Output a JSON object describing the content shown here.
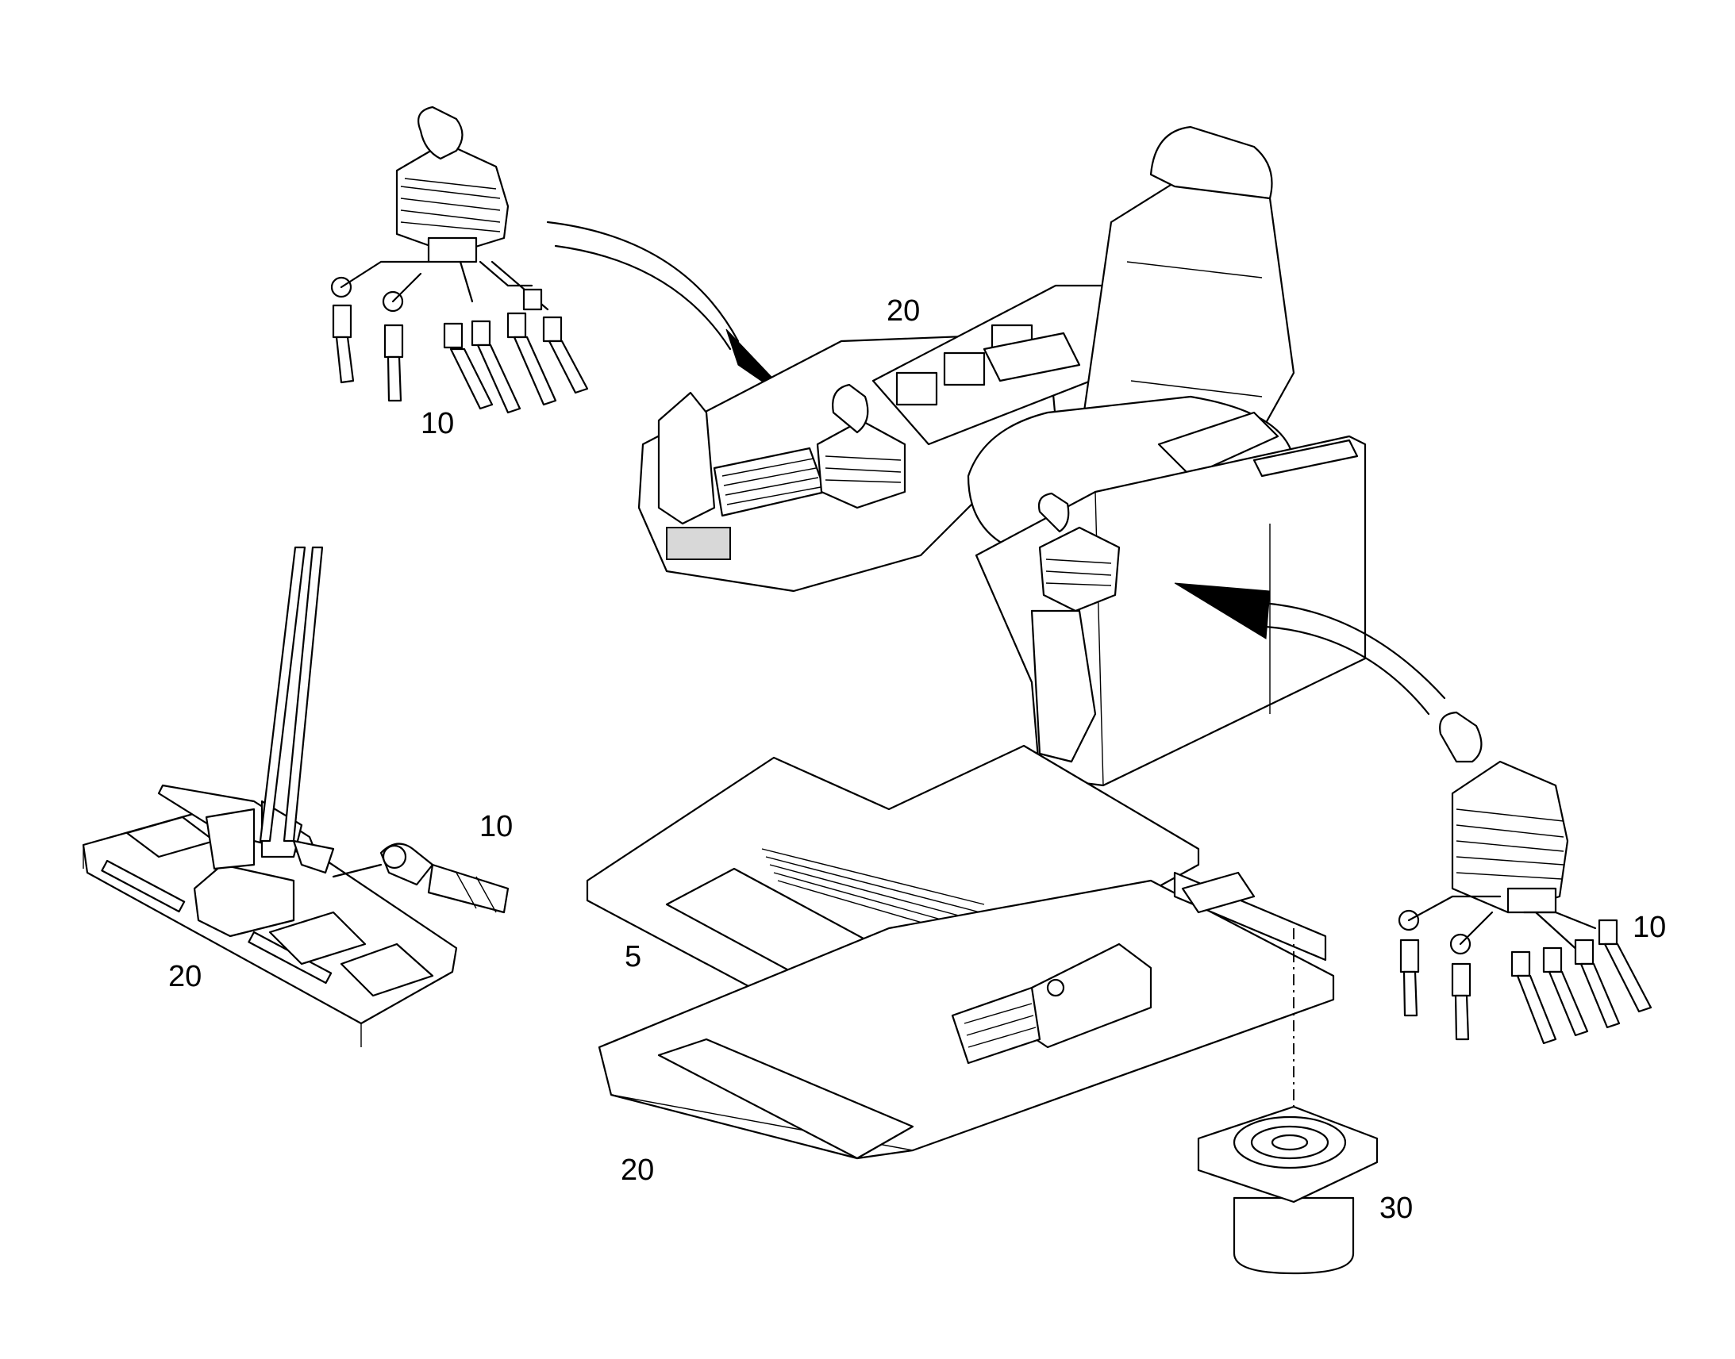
{
  "callouts": {
    "c1": "10",
    "c2": "20",
    "c3": "10",
    "c4": "20",
    "c5": "5",
    "c6": "10",
    "c7": "20",
    "c8": "30"
  }
}
